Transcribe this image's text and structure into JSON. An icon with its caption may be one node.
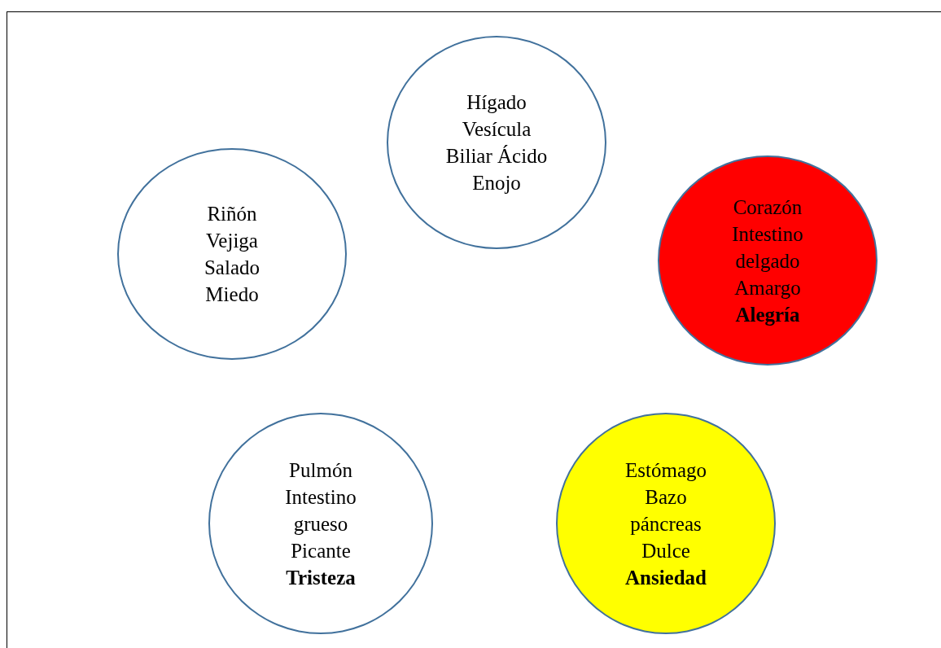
{
  "diagram": {
    "nodes": [
      {
        "text": [
          "Hígado Vesícula Biliar Ácido Enojo"
        ]
      },
      {
        "text": [
          "Riñón Vejiga Salado Miedo"
        ]
      },
      {
        "text": [
          "Corazón Intestino delgado Amargo **Alegría**"
        ]
      },
      {
        "text": [
          "Pulmón Intestino grueso Picante **Tristeza**"
        ]
      },
      {
        "text": [
          "Estómago Bazo páncreas Dulce **Ansiedad**"
        ]
      }
    ],
    "edges": []
  }
}
